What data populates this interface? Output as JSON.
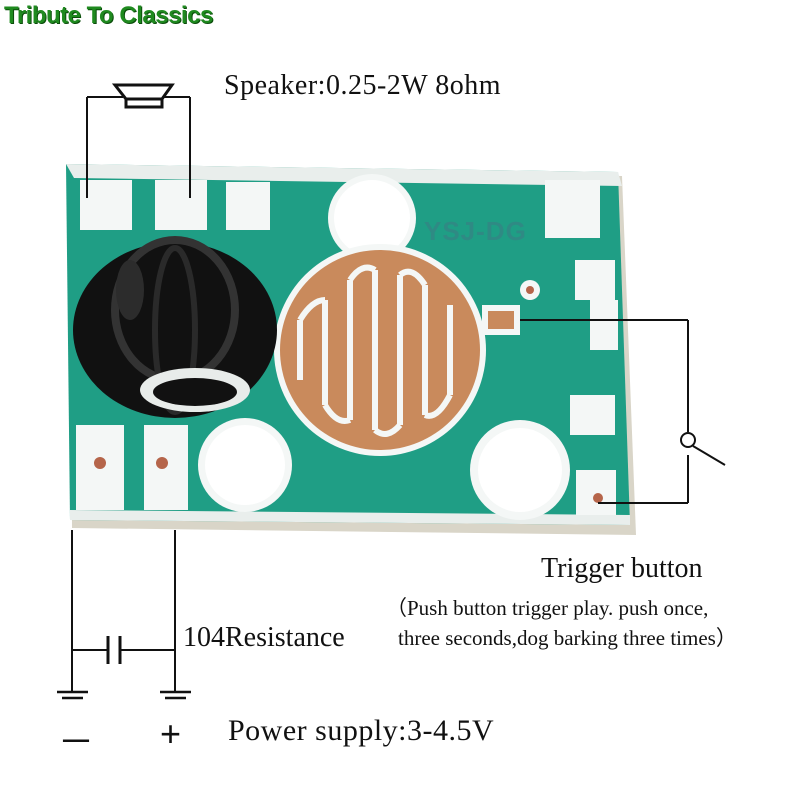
{
  "brand": "Tribute To Classics",
  "board_code": "YSJ-DG",
  "labels": {
    "speaker": "Speaker:0.25-2W 8ohm",
    "trigger_title": "Trigger button",
    "trigger_desc_line1": "（Push button trigger play. push once,",
    "trigger_desc_line2": "three seconds,dog barking three times）",
    "resistance": "104Resistance",
    "minus": "－",
    "plus": "+",
    "power": "Power supply:3-4.5V"
  },
  "colors": {
    "pcb_green": "#1f9e85",
    "pcb_white": "#f4f7f6",
    "copper": "#c98a5c",
    "blob": "#111111",
    "brand_green": "#1f8a1f",
    "wire": "#111111"
  }
}
